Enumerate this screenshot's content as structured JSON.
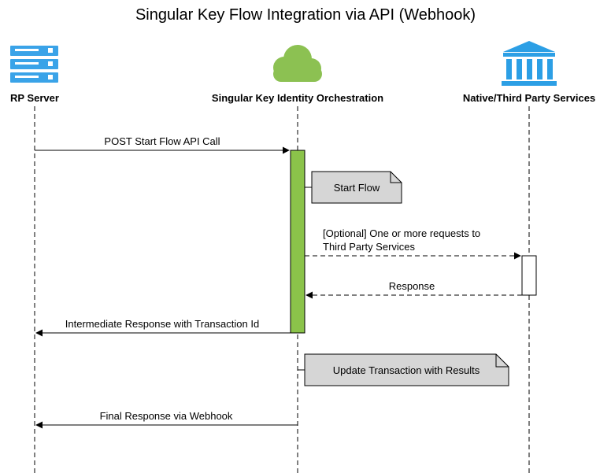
{
  "title": "Singular Key Flow Integration via API (Webhook)",
  "actors": [
    {
      "label": "RP Server",
      "icon": "server-icon"
    },
    {
      "label": "Singular Key Identity Orchestration",
      "icon": "cloud-icon"
    },
    {
      "label": "Native/Third Party Services",
      "icon": "bank-icon"
    }
  ],
  "messages": [
    {
      "label": "POST Start Flow API Call",
      "style": "solid"
    },
    {
      "label_line1": "[Optional] One or more requests to",
      "label_line2": "Third Party Services",
      "style": "dashed"
    },
    {
      "label": "Response",
      "style": "dashed"
    },
    {
      "label": "Intermediate Response with Transaction Id",
      "style": "solid"
    },
    {
      "label": "Final Response via Webhook",
      "style": "solid"
    }
  ],
  "notes": [
    {
      "label": "Start Flow"
    },
    {
      "label": "Update Transaction with Results"
    }
  ],
  "colors": {
    "server": "#3aa3e8",
    "cloud": "#8cc152",
    "bank": "#2c9fe5",
    "activation": "#8bc34a",
    "note_fill": "#d6d6d6",
    "line": "#000000"
  }
}
